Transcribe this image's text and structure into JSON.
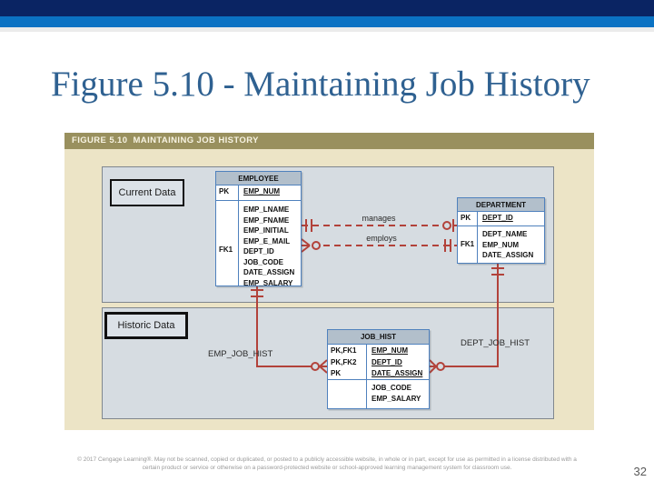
{
  "slide": {
    "title": "Figure 5.10 - Maintaining Job History",
    "page_number": "32",
    "footer_line1": "© 2017 Cengage Learning®. May not be scanned, copied or duplicated, or posted to a publicly accessible website, in whole or in part, except for use as permitted in a license distributed with a",
    "footer_line2": "certain product or service or otherwise on a password-protected website or school-approved learning management system for classroom use."
  },
  "figure": {
    "header": "FIGURE 5.10  MAINTAINING JOB HISTORY",
    "sections": {
      "current": "Current Data",
      "historic": "Historic Data"
    },
    "tables": {
      "employee": {
        "name": "EMPLOYEE",
        "pk_key": "PK",
        "pk_field": "EMP_NUM",
        "fk_key": "FK1",
        "fields": [
          "EMP_LNAME",
          "EMP_FNAME",
          "EMP_INITIAL",
          "EMP_E_MAIL",
          "DEPT_ID",
          "JOB_CODE",
          "DATE_ASSIGN",
          "EMP_SALARY"
        ]
      },
      "department": {
        "name": "DEPARTMENT",
        "pk_key": "PK",
        "pk_field": "DEPT_ID",
        "fk_key": "FK1",
        "fields": [
          "DEPT_NAME",
          "EMP_NUM",
          "DATE_ASSIGN"
        ]
      },
      "job_hist": {
        "name": "JOB_HIST",
        "pk_keys": [
          "PK,FK1",
          "PK,FK2",
          "PK"
        ],
        "pk_fields": [
          "EMP_NUM",
          "DEPT_ID",
          "DATE_ASSIGN"
        ],
        "fields": [
          "JOB_CODE",
          "EMP_SALARY"
        ]
      }
    },
    "relationships": {
      "manages": "manages",
      "employs": "employs",
      "emp_job_hist": "EMP_JOB_HIST",
      "dept_job_hist": "DEPT_JOB_HIST"
    }
  },
  "colors": {
    "navy_bar": "#0a2463",
    "blue_bar": "#0b72c3",
    "title_text": "#2f6191",
    "figure_header_bg": "#99905e",
    "figure_bg": "#ece4c6",
    "panel_bg": "#d6dce1",
    "table_border": "#4f81bd",
    "table_header_bg": "#b2bfcb",
    "relationship_line": "#b2423a"
  }
}
